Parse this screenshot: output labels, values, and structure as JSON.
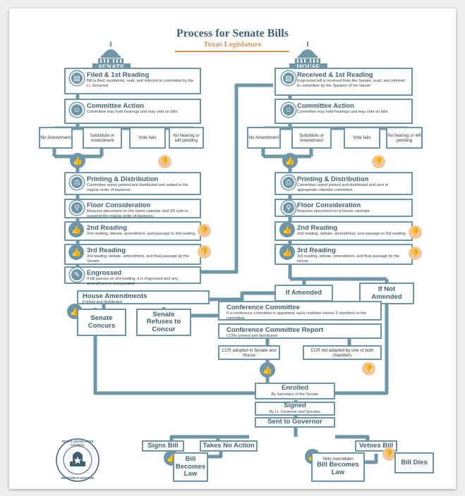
{
  "header": {
    "title": "Process for Senate Bills",
    "subtitle": "Texas Legislature"
  },
  "senate": {
    "banner": "SENATE",
    "filed": {
      "title": "Filed & 1st Reading",
      "desc": "Bill is filed, numbered, read, and referred to committee by the Lt. Governor"
    },
    "committee": {
      "title": "Committee Action",
      "desc": "Committee may hold hearings and may vote on bills"
    },
    "options": [
      "No Amendment",
      "Substitute or Amendment",
      "Vote fails",
      "No hearing or left pending"
    ],
    "printing": {
      "title": "Printing & Distribution",
      "desc": "Committee report printed and distributed and added to the regular order of business"
    },
    "floor": {
      "title": "Floor Consideration",
      "desc": "Requires placement on the intent calendar and 3/5 vote to suspend the regular order of business"
    },
    "second": {
      "title": "2nd Reading",
      "desc": "2nd reading, debate, amendment, and passage to 3rd reading"
    },
    "third": {
      "title": "3rd Reading",
      "desc": "3rd reading, debate, amendment, and final passage by the Senate"
    },
    "engrossed": {
      "title": "Engrossed",
      "desc": "If bill passes on 3rd reading, it is engrossed and any amendment is incorporated"
    }
  },
  "house": {
    "banner": "HOUSE",
    "received": {
      "title": "Received & 1st Reading",
      "desc": "Engrossed bill is received from the Senate, read, and referred to committee by the Speaker of the House"
    },
    "committee": {
      "title": "Committee Action",
      "desc": "Committee may hold hearings and may vote on bills"
    },
    "options": [
      "No Amendment",
      "Substitute or Amendment",
      "Vote fails",
      "No hearing or left pending"
    ],
    "printing": {
      "title": "Printing & Distribution",
      "desc": "Committee report printed and distributed and sent to appropriate calendar committee"
    },
    "floor": {
      "title": "Floor Consideration",
      "desc": "Requires placement on a House calendar"
    },
    "second": {
      "title": "2nd Reading",
      "desc": "2nd reading, debate, amendment, and passage to 3rd reading"
    },
    "third": {
      "title": "3rd Reading",
      "desc": "3rd reading, debate, amendment, and final passage by the House"
    },
    "if_amended": "If Amended",
    "if_not_amended": "If Not Amended"
  },
  "final": {
    "house_amendments": {
      "title": "House Amendments",
      "desc": "Printed and distributed"
    },
    "senate_concurs": "Senate Concurs",
    "senate_refuses": "Senate Refuses to Concur",
    "conference": {
      "title": "Conference Committee",
      "desc": "If a conference committee is appointed, each chamber names 5 members to the committee"
    },
    "ccr": {
      "title": "Conference Committee Report",
      "desc": "CCRs printed and distributed"
    },
    "ccr_adopted": "CCR adopted in Senate and House",
    "ccr_not_adopted": "CCR not adopted by one or both chambers",
    "enrolled": {
      "title": "Enrolled",
      "desc": "By Secretary of the Senate"
    },
    "signed": {
      "title": "Signed",
      "desc": "By Lt. Governor and Speaker"
    },
    "governor": "Sent to Governor",
    "signs": "Signs Bill",
    "no_action": "Takes No Action",
    "vetoes": "Vetoes Bill",
    "becomes_law": "Bill Becomes Law",
    "veto_overridden": "Veto overridden",
    "becomes_law_2": "Bill Becomes Law",
    "dies": "Bill Dies"
  },
  "seal": {
    "top": "TEXAS LEGISLATIVE COUNCIL",
    "bottom": "RESEARCH DIVISION"
  },
  "colors": {
    "teal": "#6d96a8",
    "dark_teal": "#3f6272",
    "peach": "#f3c699"
  },
  "icons": {
    "up": "thumbs-up-icon",
    "down": "thumbs-down-icon"
  }
}
